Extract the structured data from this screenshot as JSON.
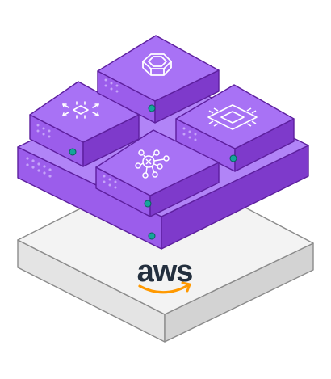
{
  "illustration": {
    "base_platform": {
      "brand": "aws",
      "colors": {
        "top": "#F3F3F3",
        "side_left": "#E4E4E4",
        "side_right": "#D3D3D3",
        "edge": "#8B8B8B",
        "brand_text": "#232F3E",
        "brand_smile": "#FF9900"
      }
    },
    "module_colors": {
      "top": "#A872F5",
      "side_left": "#9B5DEB",
      "side_right": "#7E3ACB",
      "edge": "#5D1F9E",
      "icon": "#FFFFFF",
      "led": "#15A59B"
    },
    "modules": [
      {
        "name": "tray-module",
        "icon": "tray-icon"
      },
      {
        "name": "network-chip-module",
        "icon": "network-chip-icon"
      },
      {
        "name": "container-module",
        "icon": "hexagon-container-icon"
      },
      {
        "name": "processor-module",
        "icon": "processor-chip-icon"
      },
      {
        "name": "model-network-module",
        "icon": "neural-network-icon"
      }
    ]
  }
}
